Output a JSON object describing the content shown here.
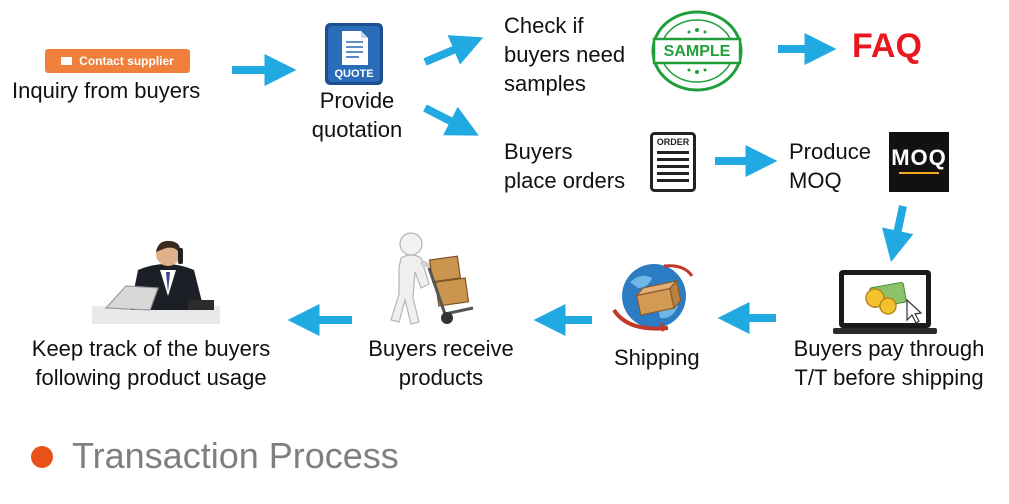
{
  "steps": {
    "contact_button": "Contact supplier",
    "inquiry": "Inquiry from buyers",
    "quote_badge": "QUOTE",
    "quotation_line1": "Provide",
    "quotation_line2": "quotation",
    "samples_line1": "Check if",
    "samples_line2": "buyers need",
    "samples_line3": "samples",
    "sample_stamp": "SAMPLE",
    "faq": "FAQ",
    "orders_line1": "Buyers",
    "orders_line2": "place orders",
    "order_doc": "ORDER",
    "moq_line1": "Produce",
    "moq_line2": "MOQ",
    "moq_badge": "MOQ",
    "pay_line1": "Buyers pay through",
    "pay_line2": "T/T before shipping",
    "shipping": "Shipping",
    "receive_line1": "Buyers receive",
    "receive_line2": "products",
    "track_line1": "Keep track of the buyers",
    "track_line2": "following product usage"
  },
  "footer": {
    "title": "Transaction Process"
  },
  "colors": {
    "arrow": "#21a9e1",
    "faq": "#e8191e",
    "accent": "#e8521a",
    "contact": "#f07f3c",
    "stamp": "#1f9e3a"
  }
}
